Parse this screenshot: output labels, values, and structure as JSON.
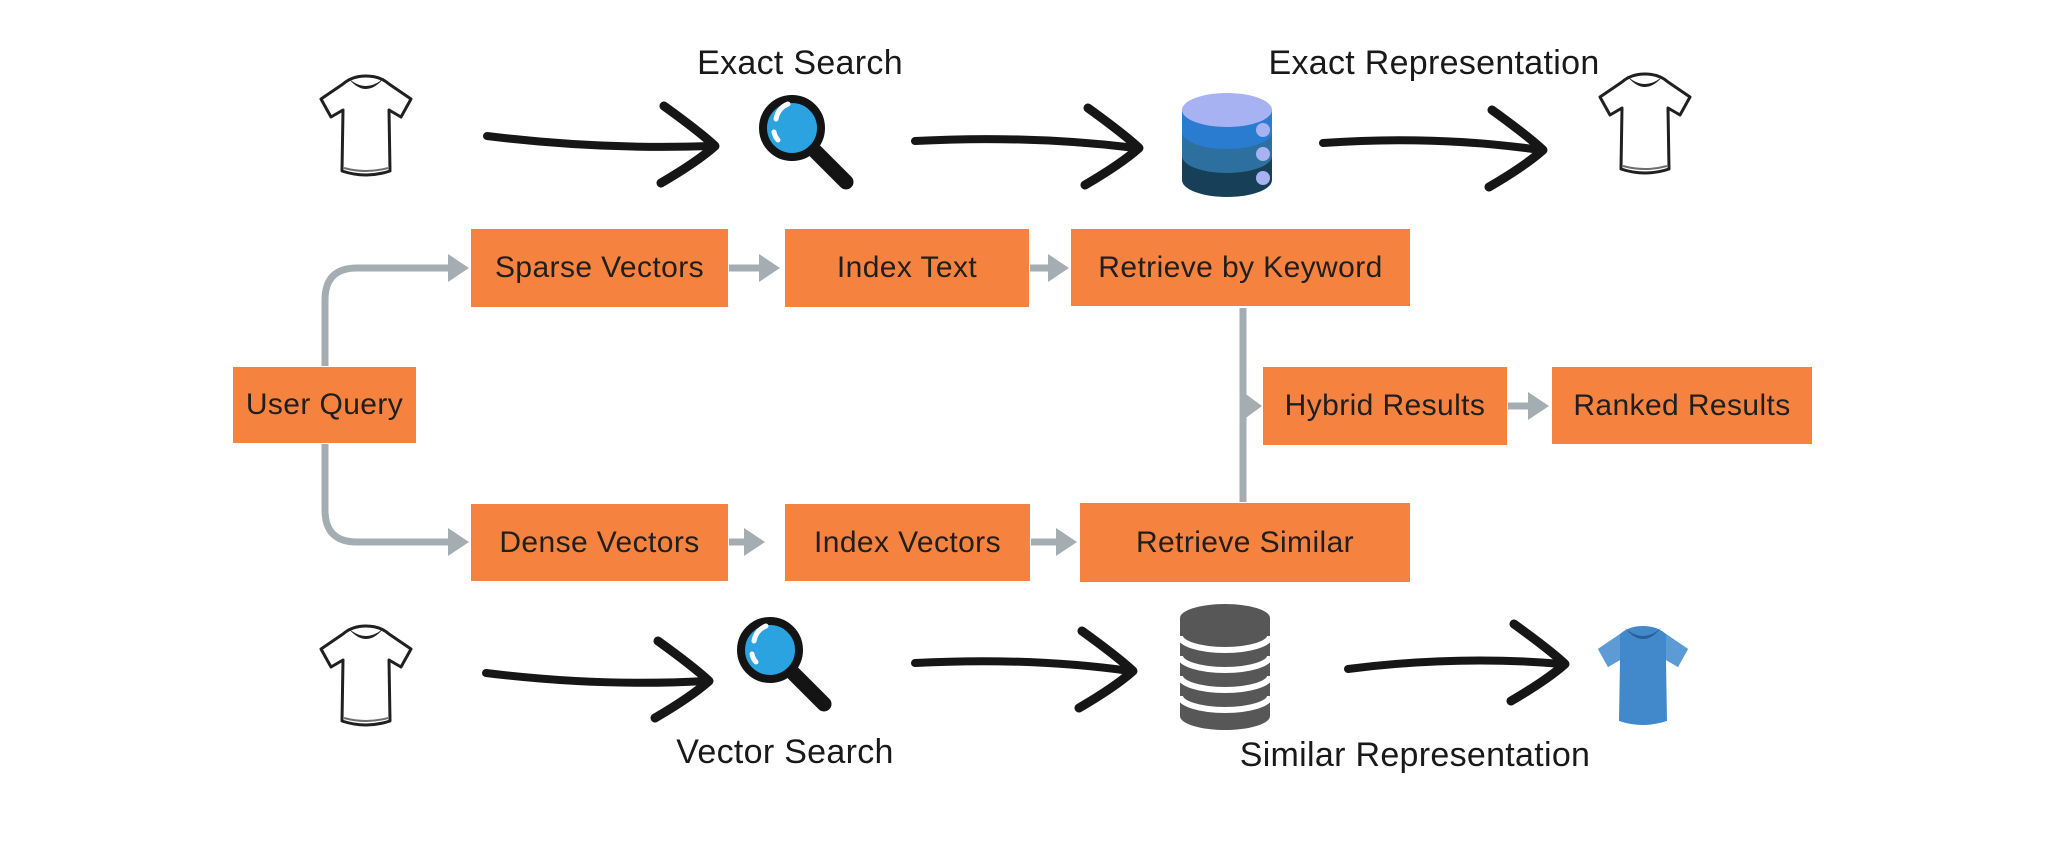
{
  "colors": {
    "orange": "#F5823F",
    "node-text": "#1f1f1f",
    "connector": "#A4ADB2",
    "ink": "#161616",
    "mag-blue": "#2BA3E0",
    "db-top": "#A6B2F1",
    "db-band1": "#2A7CD0",
    "db-band2": "#2D6F9F",
    "db-band3": "#173F57",
    "db-gray": "#575757",
    "tee-blue": "#4189CB",
    "tee-blue-light": "#5C9BD6",
    "tee-blue-collar": "#2A5E96",
    "background": "#ffffff"
  },
  "captions": {
    "exact_search": "Exact Search",
    "exact_representation": "Exact Representation",
    "vector_search": "Vector Search",
    "similar_representation": "Similar Representation"
  },
  "nodes": {
    "user_query": "User Query",
    "sparse_vectors": "Sparse Vectors",
    "index_text": "Index Text",
    "retrieve_by_keyword": "Retrieve by Keyword",
    "dense_vectors": "Dense Vectors",
    "index_vectors": "Index Vectors",
    "retrieve_similar": "Retrieve Similar",
    "hybrid_results": "Hybrid Results",
    "ranked_results": "Ranked Results"
  },
  "icons": {
    "top_query": "white-tshirt-icon",
    "top_search": "magnifier-icon",
    "top_store": "blue-database-icon",
    "top_result": "white-tshirt-icon",
    "bottom_query": "white-tshirt-icon",
    "bottom_search": "magnifier-icon",
    "bottom_store": "gray-database-icon",
    "bottom_result": "blue-tshirt-icon"
  }
}
